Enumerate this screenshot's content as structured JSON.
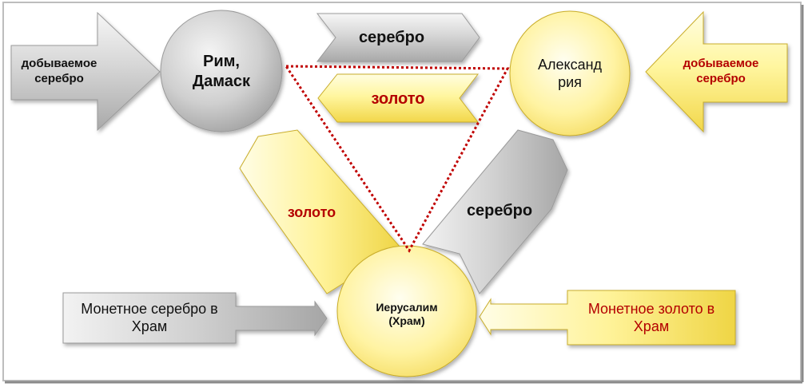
{
  "nodes": {
    "rome": "Рим,\nДамаск",
    "alexandria": "Александ\nрия",
    "jerusalem": "Иерусалим\n(Храм)"
  },
  "arrows": {
    "mined_silver_left": "добываемое\nсеребро",
    "mined_silver_right": "добываемое\nсеребро",
    "silver_top": "серебро",
    "gold_top": "золото",
    "gold_left": "золото",
    "silver_right": "серебро",
    "coin_silver": "Монетное серебро в\nХрам",
    "coin_gold": "Монетное золото в\nХрам"
  },
  "colors": {
    "silver_fill": "#c9c9c9",
    "gold_fill": "#fff27a",
    "accent_red": "#b40000",
    "triangle_dots": "#c00000"
  }
}
